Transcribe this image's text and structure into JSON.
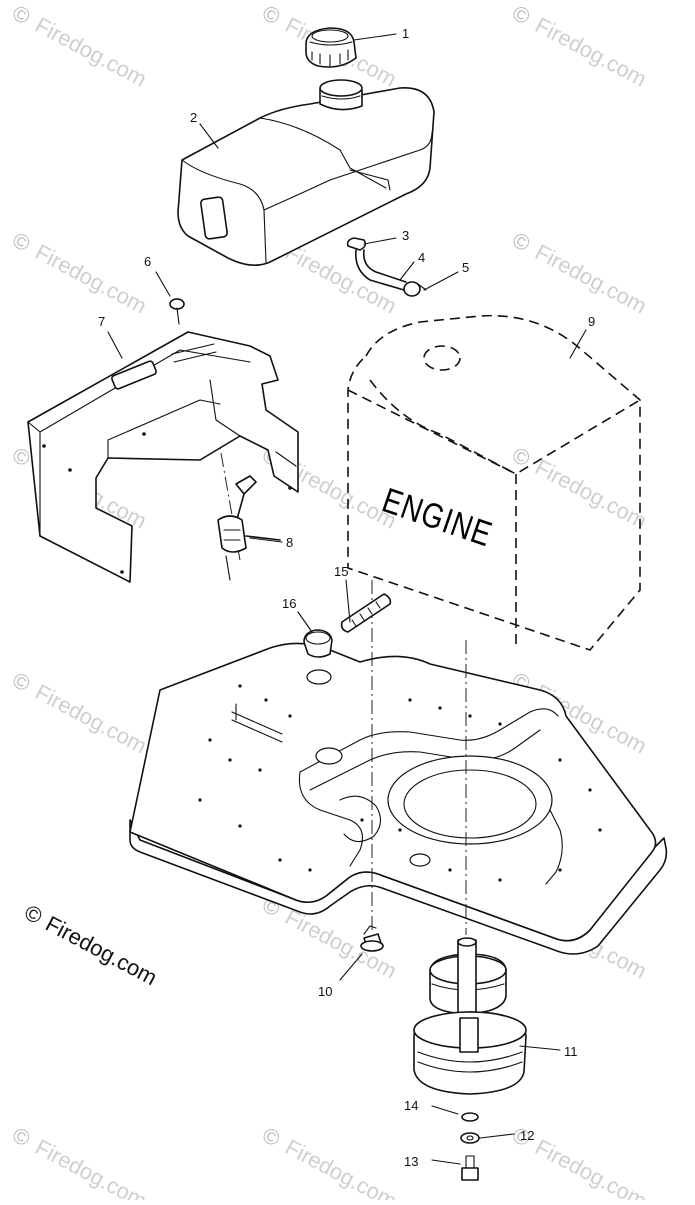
{
  "diagram": {
    "engine_label": "ENGINE",
    "callouts": [
      "1",
      "2",
      "3",
      "4",
      "5",
      "6",
      "7",
      "8",
      "9",
      "10",
      "11",
      "12",
      "13",
      "14",
      "15",
      "16"
    ],
    "watermark_text": "Firedog.com",
    "copyright_symbol": "©",
    "logo_text": "Firedog.com"
  }
}
